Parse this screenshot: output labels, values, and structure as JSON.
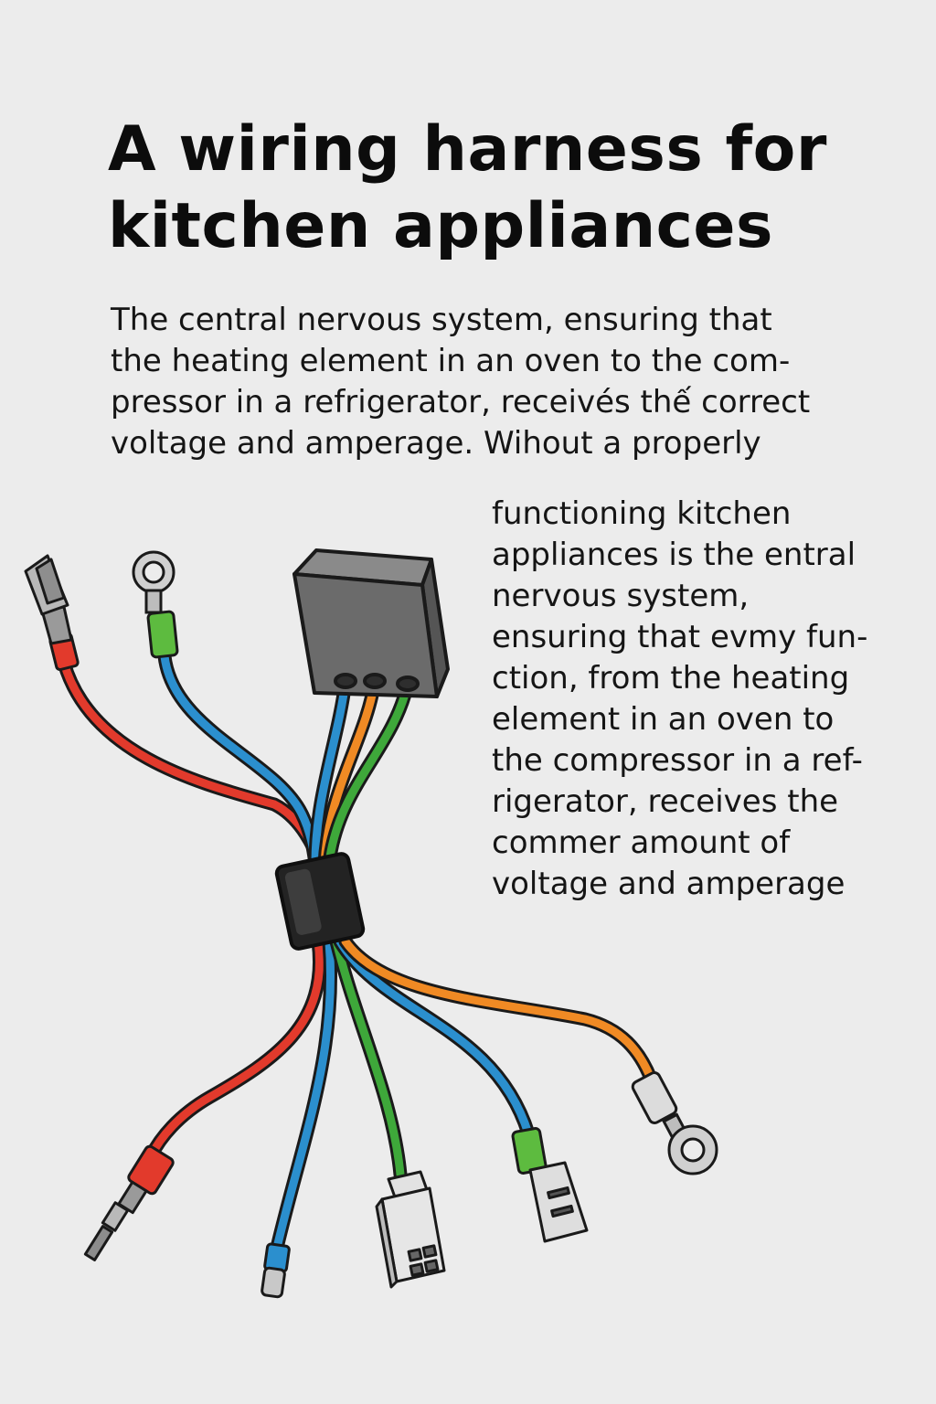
{
  "title": {
    "line1": "A wiring harness for",
    "line2": "kitchen appliances"
  },
  "intro_lines": [
    "The central nervous system, ensuring that",
    "the heating element in an oven to the com-",
    "pressor in a refrigerator, receivés thế correct",
    "voltage and amperage. Wihout a properly"
  ],
  "side_lines": [
    "functioning kitchen",
    "appliances is the entral",
    "nervous system,",
    "ensuring that evmy fun-",
    "ction, from the heating",
    "element in an oven to",
    "the compressor in a ref-",
    "rigerator, receives the",
    "commer amount of",
    "voltage and amperage"
  ],
  "diagram": {
    "wire_colors": {
      "red": "#e23a2c",
      "blue": "#2b8fce",
      "orange": "#f08a24",
      "green": "#3ea83a"
    },
    "housing_color": "#6b6b6b",
    "sleeve_color": "#232323",
    "terminal_color": "#d8d8d8"
  }
}
